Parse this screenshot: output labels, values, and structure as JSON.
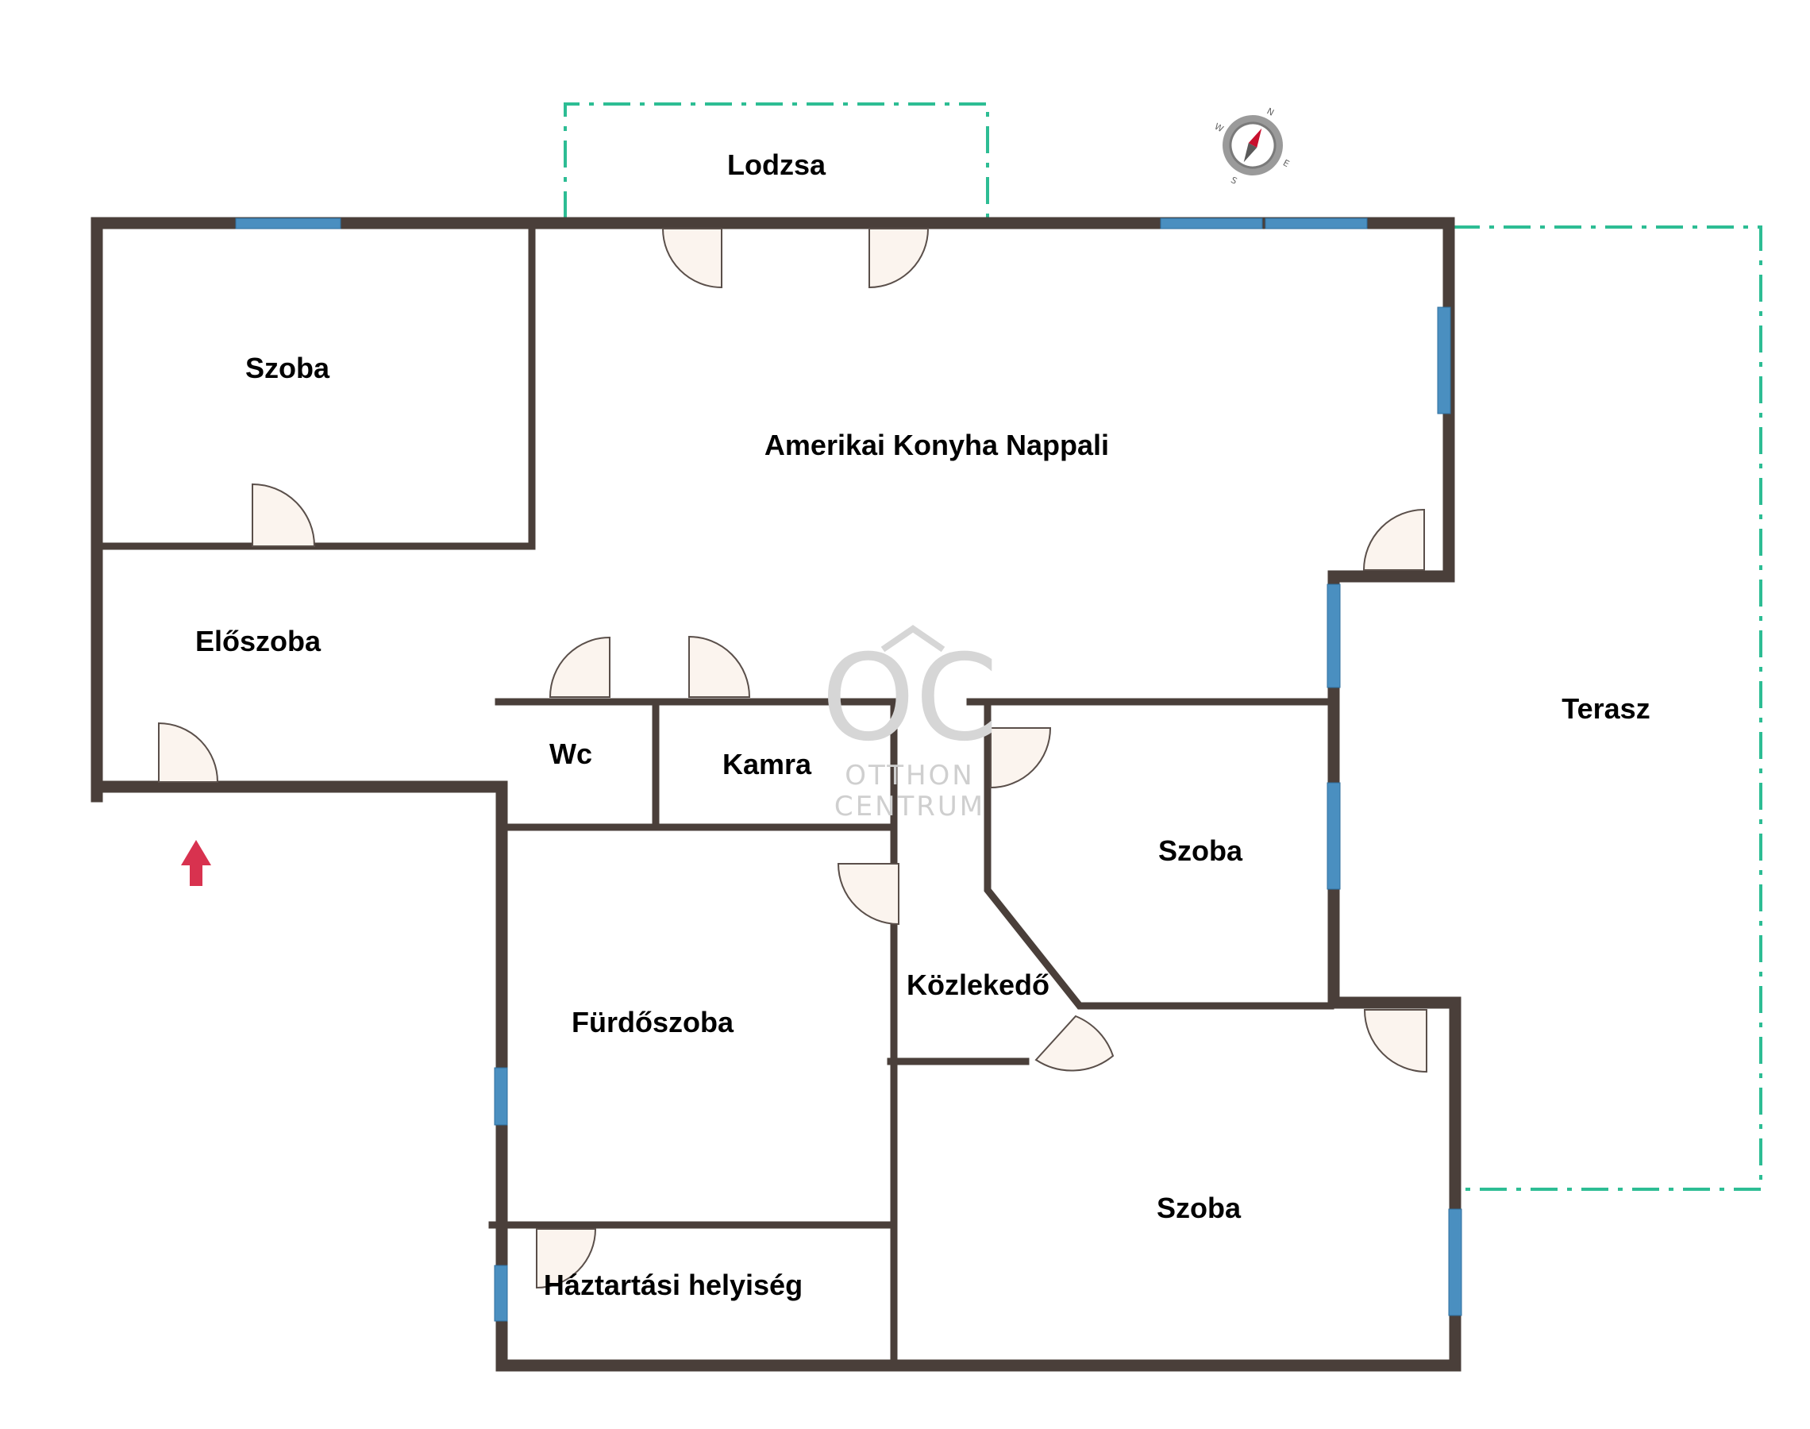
{
  "rooms": {
    "lodzsa": "Lodzsa",
    "szoba_1": "Szoba",
    "nappali": "Amerikai Konyha Nappali",
    "eloszoba": "Előszoba",
    "wc": "Wc",
    "kamra": "Kamra",
    "szoba_2": "Szoba",
    "terasz": "Terasz",
    "kozlekedo": "Közlekedő",
    "furdoszoba": "Fürdőszoba",
    "szoba_3": "Szoba",
    "haztartasi": "Háztartási helyiség"
  },
  "watermark": {
    "logo": "OC",
    "line1": "OTTHON",
    "line2": "CENTRUM"
  },
  "compass": {
    "n": "N",
    "e": "E",
    "s": "S",
    "w": "W"
  },
  "icons": {
    "entrance": "entrance-arrow-icon",
    "compass": "compass-icon"
  },
  "colors": {
    "wall": "#4a3f3a",
    "window": "#4a8fc0",
    "outdoor_border": "#2dbd94",
    "door_fill": "#fbf4ee",
    "entrance_arrow": "#d8324f",
    "compass_needle": "#c8102e"
  }
}
